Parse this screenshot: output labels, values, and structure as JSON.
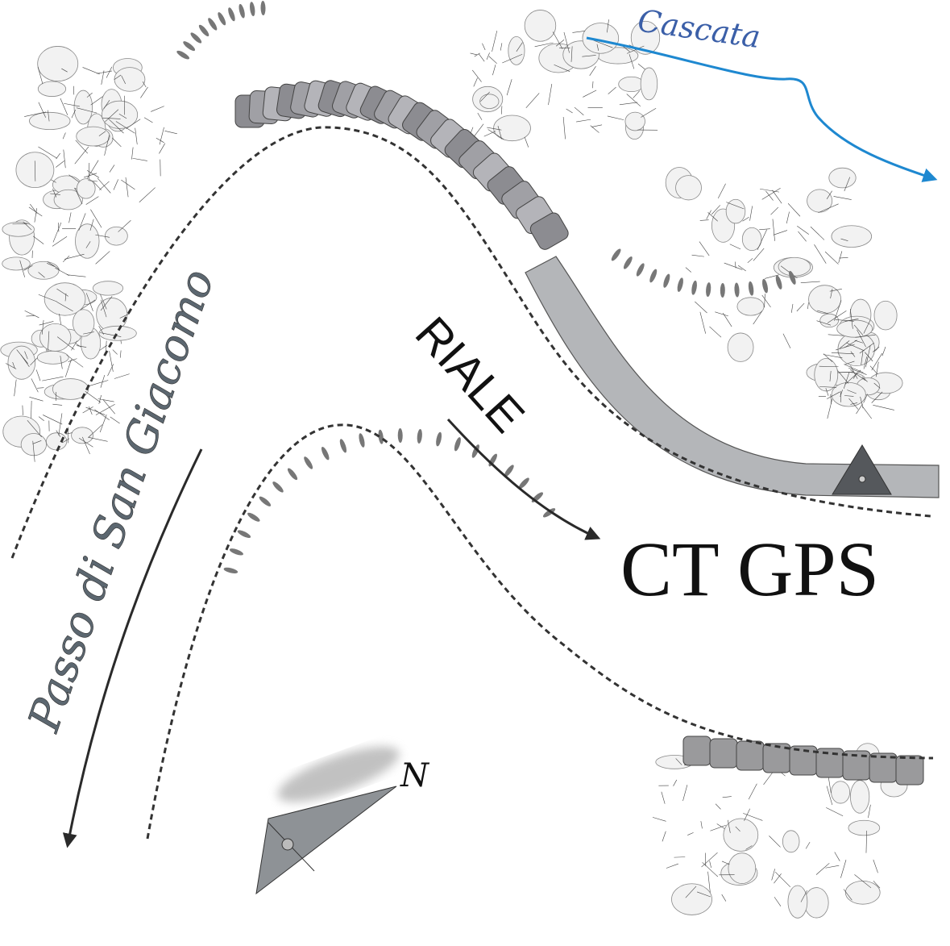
{
  "labels": {
    "waterfall": "Cascata",
    "pass": "Passo di San Giacomo",
    "stream": "RIALE",
    "gps_point": "CT GPS",
    "north": "N"
  },
  "colors": {
    "water": "#1e88d0",
    "road": "#b4b6b9",
    "marker": "#55585c",
    "arrow": "#2a2a2a",
    "pass_text": "#5c6770",
    "compass": "#8e9296"
  }
}
